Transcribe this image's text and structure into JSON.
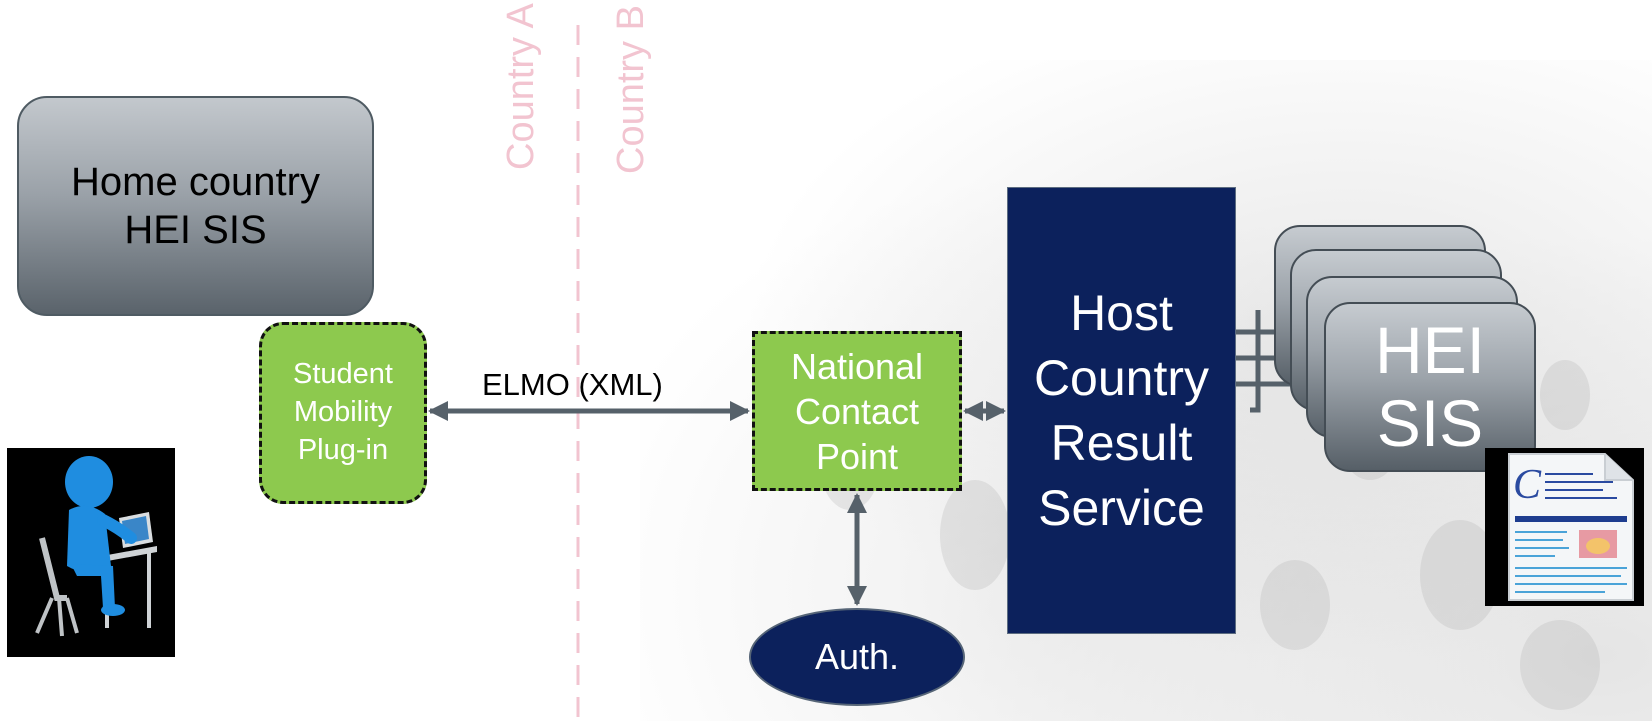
{
  "labels": {
    "country_a": "Country A",
    "country_b": "Country B",
    "home_sis_line1": "Home country",
    "home_sis_line2": "HEI SIS",
    "plugin_line1": "Student",
    "plugin_line2": "Mobility",
    "plugin_line3": "Plug-in",
    "edge_elmo": "ELMO (XML)",
    "ncp_line1": "National",
    "ncp_line2": "Contact",
    "ncp_line3": "Point",
    "hcrs_line1": "Host",
    "hcrs_line2": "Country",
    "hcrs_line3": "Result",
    "hcrs_line4": "Service",
    "auth": "Auth.",
    "hei_sis_line1": "HEI",
    "hei_sis_line2": "SIS",
    "doc_letter": "C"
  },
  "colors": {
    "navy": "#0c215c",
    "green": "#8dc94e",
    "country_divider": "#f2c4d0",
    "connector": "#56616a"
  },
  "icons": {
    "user": "person-at-laptop-icon",
    "document": "certificate-document-icon"
  }
}
